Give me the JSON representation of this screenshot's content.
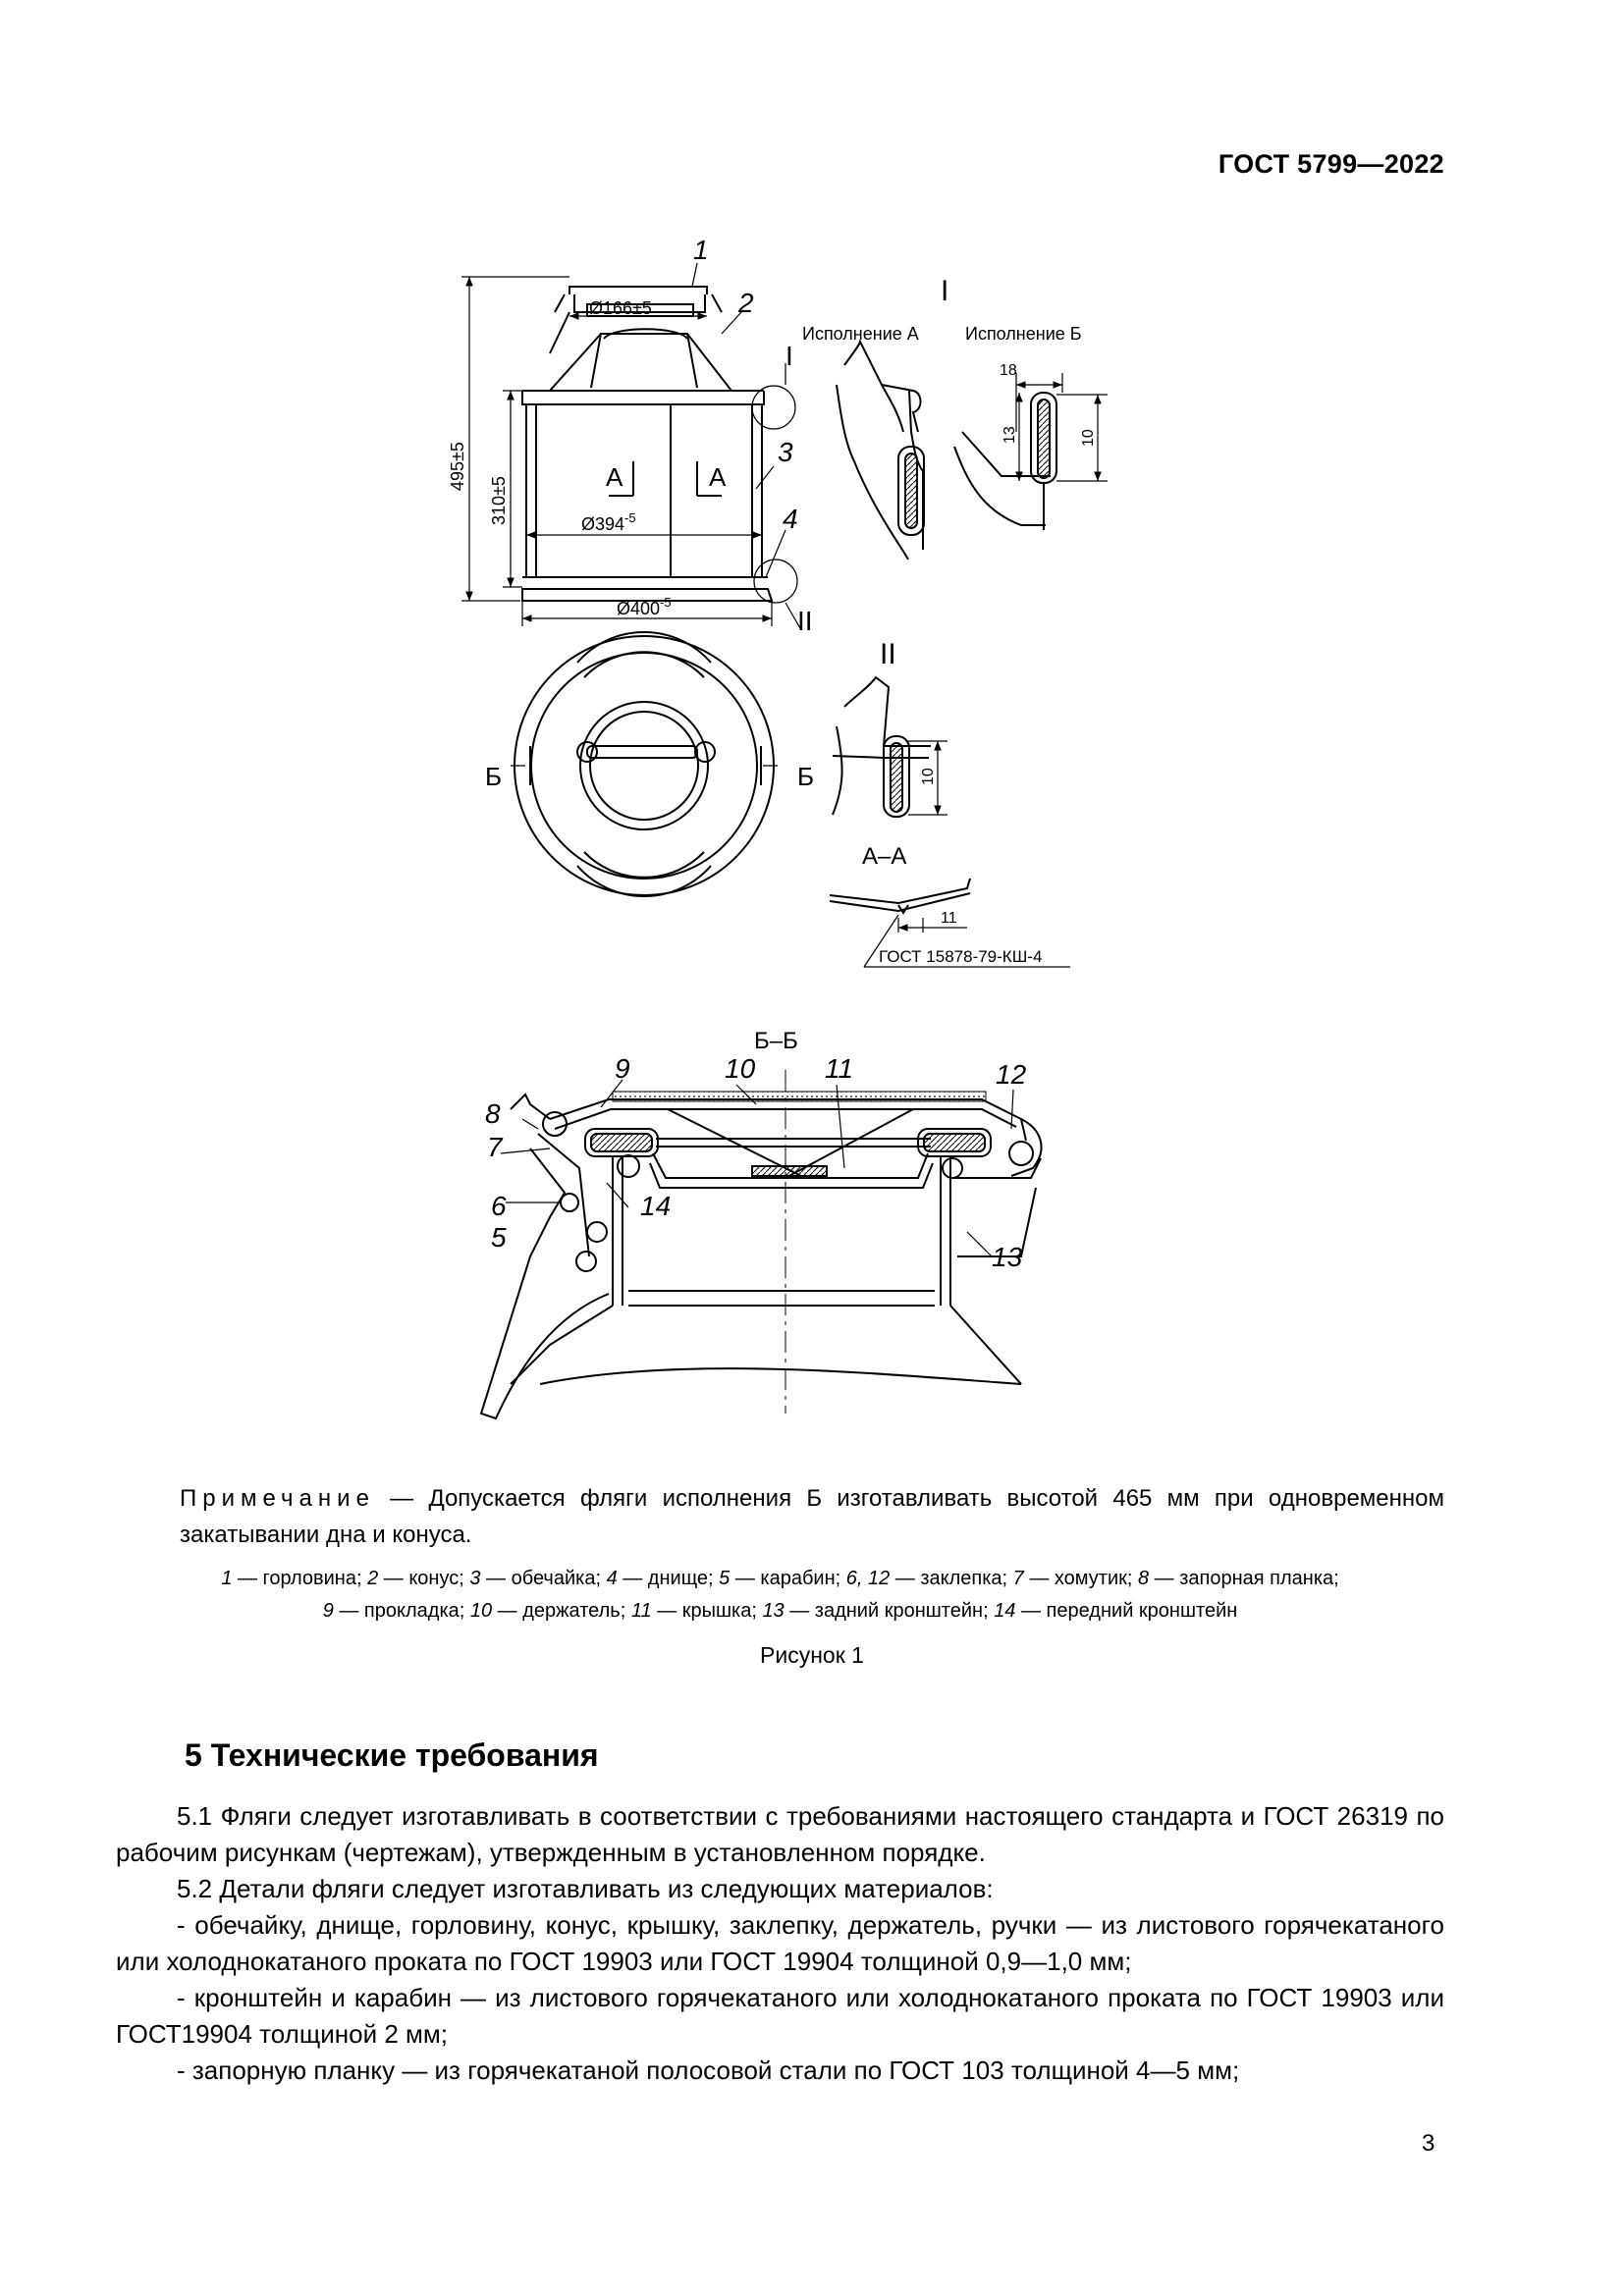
{
  "header": {
    "standard": "ГОСТ 5799—2022"
  },
  "figure": {
    "view_labels": {
      "detail_I": "I",
      "detail_II": "II",
      "section_AA": "А–А",
      "section_BB": "Б–Б"
    },
    "variants": {
      "a": "Исполнение А",
      "b": "Исполнение Б"
    },
    "dimensions": {
      "neck_diameter": "Ø166±5",
      "total_height": "495±5",
      "body_height": "310±5",
      "body_diameter": "Ø394",
      "body_diameter_tol": "-5",
      "bottom_diameter": "Ø400",
      "bottom_diameter_tol": "-5",
      "detail_18": "18",
      "detail_13": "13",
      "detail_10a": "10",
      "detail_10b": "10",
      "aa_11": "11"
    },
    "section_marks": {
      "a": "А",
      "b": "Б"
    },
    "aa_reference": "ГОСТ 15878-79-КШ-4",
    "part_numbers": [
      "1",
      "2",
      "3",
      "4",
      "5",
      "6",
      "7",
      "8",
      "9",
      "10",
      "11",
      "12",
      "13",
      "14"
    ]
  },
  "note": {
    "label": "Примечание",
    "text": " — Допускается фляги исполнения Б изготавливать высотой 465 мм при одновременном закатывании дна и конуса."
  },
  "legend": {
    "items": [
      {
        "n": "1",
        "t": " — горловина; "
      },
      {
        "n": "2",
        "t": " — конус; "
      },
      {
        "n": "3",
        "t": " — обечайка; "
      },
      {
        "n": "4",
        "t": " — днище; "
      },
      {
        "n": "5",
        "t": " — карабин; "
      },
      {
        "n": "6,  12",
        "t": " — заклепка; "
      },
      {
        "n": "7",
        "t": " — хомутик; "
      },
      {
        "n": "8",
        "t": " — запорная планка;"
      }
    ],
    "items2": [
      {
        "n": "9",
        "t": " — прокладка; "
      },
      {
        "n": "10",
        "t": " — держатель; "
      },
      {
        "n": "11",
        "t": " — крышка; "
      },
      {
        "n": "13",
        "t": " — задний кронштейн; "
      },
      {
        "n": "14",
        "t": " — передний кронштейн"
      }
    ]
  },
  "caption": "Рисунок 1",
  "section": {
    "title": "5 Технические требования",
    "paragraphs": [
      "5.1 Фляги следует изготавливать в соответствии с требованиями настоящего стандарта и ГОСТ 26319 по рабочим рисункам (чертежам), утвержденным в установленном порядке.",
      "5.2 Детали фляги следует изготавливать из следующих материалов:",
      "- обечайку, днище, горловину, конус, крышку, заклепку, держатель, ручки — из листового горячекатаного или холоднокатаного проката по ГОСТ 19903 или ГОСТ 19904 толщиной 0,9—1,0 мм;",
      "- кронштейн и карабин — из листового горячекатаного или холоднокатаного проката по ГОСТ 19903 или ГОСТ19904 толщиной 2 мм;",
      "- запорную планку — из горячекатаной полосовой стали по ГОСТ 103 толщиной 4—5 мм;"
    ]
  },
  "page_number": "3"
}
